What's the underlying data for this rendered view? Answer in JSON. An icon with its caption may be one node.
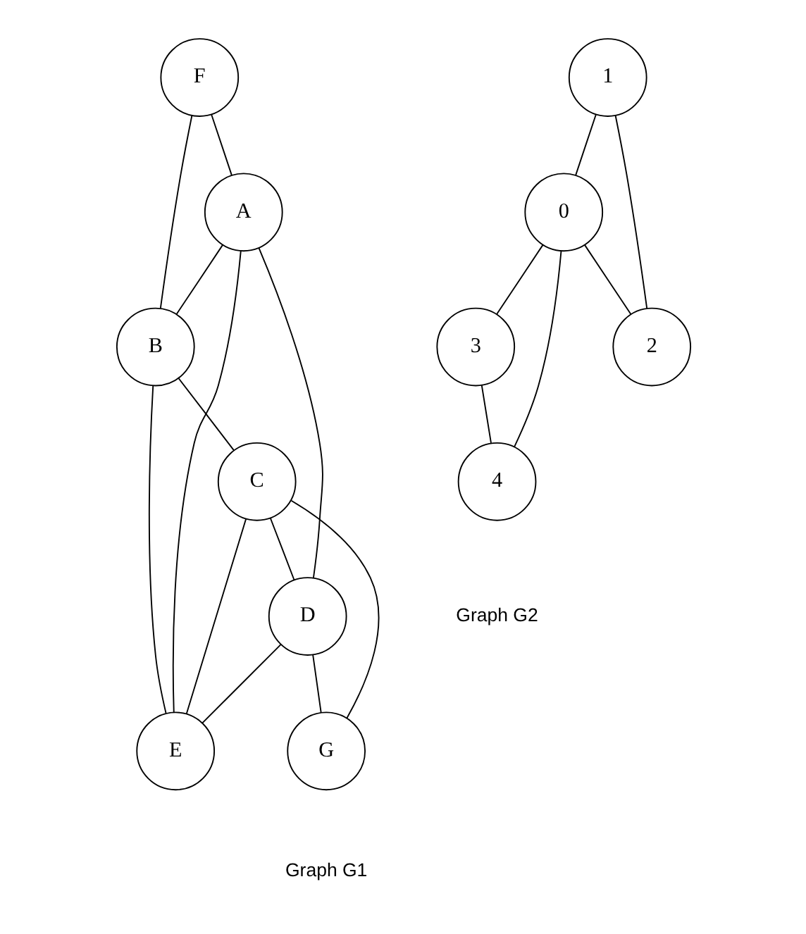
{
  "diagram": {
    "nodes": [
      {
        "text": [
          "A"
        ]
      },
      {
        "text": [
          "B"
        ]
      },
      {
        "text": [
          "C"
        ]
      },
      {
        "text": [
          "D"
        ]
      },
      {
        "text": [
          "E"
        ]
      },
      {
        "text": [
          "F"
        ]
      },
      {
        "text": [
          "G"
        ]
      },
      {
        "text": [
          "0"
        ]
      },
      {
        "text": [
          "1"
        ]
      },
      {
        "text": [
          "2"
        ]
      },
      {
        "text": [
          "3"
        ]
      },
      {
        "text": [
          "4"
        ]
      }
    ],
    "edges": [
      {
        "from": 5,
        "to": 0,
        "arrow": "none"
      },
      {
        "from": 5,
        "to": 1,
        "arrow": "none"
      },
      {
        "from": 0,
        "to": 1,
        "arrow": "none"
      },
      {
        "from": 0,
        "to": 3,
        "arrow": "none"
      },
      {
        "from": 0,
        "to": 4,
        "arrow": "none"
      },
      {
        "from": 1,
        "to": 4,
        "arrow": "none"
      },
      {
        "from": 1,
        "to": 2,
        "arrow": "none"
      },
      {
        "from": 2,
        "to": 4,
        "arrow": "none"
      },
      {
        "from": 2,
        "to": 3,
        "arrow": "none"
      },
      {
        "from": 2,
        "to": 6,
        "arrow": "none"
      },
      {
        "from": 3,
        "to": 4,
        "arrow": "none"
      },
      {
        "from": 3,
        "to": 6,
        "arrow": "none"
      },
      {
        "from": 8,
        "to": 9,
        "arrow": "none"
      },
      {
        "from": 8,
        "to": 7,
        "arrow": "none"
      },
      {
        "from": 7,
        "to": 9,
        "arrow": "none"
      },
      {
        "from": 7,
        "to": 10,
        "arrow": "none"
      },
      {
        "from": 7,
        "to": 11,
        "arrow": "none"
      },
      {
        "from": 10,
        "to": 11,
        "arrow": "none"
      }
    ],
    "labels": [
      "Graph G1",
      "Graph G2"
    ]
  }
}
